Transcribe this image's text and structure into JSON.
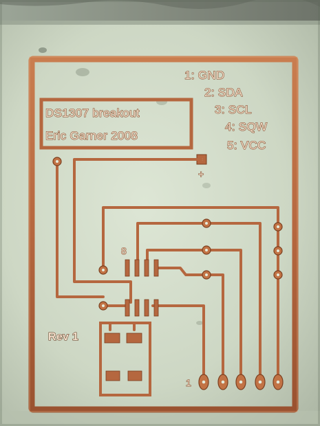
{
  "board": {
    "title": "DS1307 breakout",
    "author": "Eric Garner 2008",
    "revision": "Rev 1",
    "pin_legend": [
      "1: GND",
      "2: SDA",
      "3: SCL",
      "4: SQW",
      "5: VCC"
    ],
    "pin_one_marker": "1",
    "ic_pin_label": "8",
    "battery_plus": "+"
  },
  "colors": {
    "substrate": "#cfd8c6",
    "copper": "#b5673f",
    "copper_highlight": "#d99a6c",
    "copper_dark": "#7a3e1e",
    "background_top": "#7d8479"
  }
}
